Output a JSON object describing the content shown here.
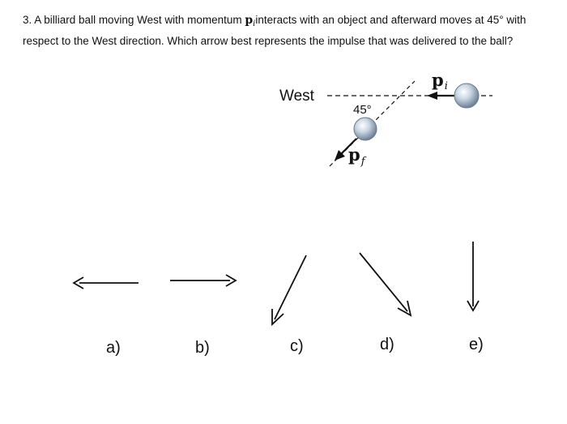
{
  "question": {
    "number": "3.",
    "text_before": " A billiard ball moving West with momentum ",
    "momentum_symbol": "p",
    "initial_subscript": "i",
    "text_after": "interacts with an object and afterward moves at 45° with respect to the West direction. Which arrow best represents the impulse that was delivered to the ball?"
  },
  "diagram": {
    "west_label": "West",
    "angle_label": "45°",
    "initial_vector": {
      "symbol": "p",
      "subscript": "i"
    },
    "final_vector": {
      "symbol": "p",
      "subscript": "f"
    }
  },
  "choices": [
    {
      "label": "a)",
      "direction": "left"
    },
    {
      "label": "b)",
      "direction": "right"
    },
    {
      "label": "c)",
      "direction": "down-left"
    },
    {
      "label": "d)",
      "direction": "down-right"
    },
    {
      "label": "e)",
      "direction": "down"
    }
  ],
  "colors": {
    "ink": "#111111",
    "ball": "#9fb3c8"
  }
}
